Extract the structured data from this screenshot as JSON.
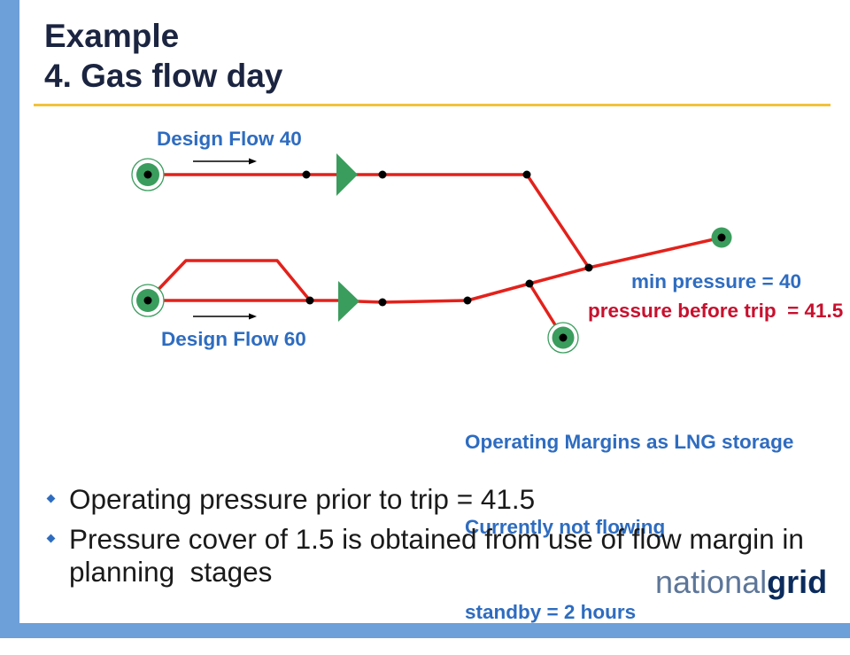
{
  "slide": {
    "title_line1": "Example",
    "title_line2": "4. Gas flow day"
  },
  "diagram": {
    "design_flow_top": "Design Flow 40",
    "design_flow_bottom": "Design Flow 60",
    "min_pressure": "min pressure = 40",
    "pressure_before_trip": "pressure before trip  = 41.5",
    "lng_note": [
      "Operating Margins as LNG storage",
      "Currently not flowing",
      "standby = 2 hours"
    ]
  },
  "bullets": [
    "Operating pressure prior to trip = 41.5",
    "Pressure cover of 1.5 is obtained from use of flow margin in planning  stages"
  ],
  "logo": {
    "part_national": "national",
    "part_grid": "grid"
  },
  "icons": {
    "bullet": "diamond-bullet-icon",
    "valve": "green-triangle",
    "node": "green-circle-with-dot",
    "flow": "right-arrow"
  },
  "colors": {
    "title": "#1b2541",
    "label-blue": "#2e6cc0",
    "label-crimson": "#c8102e",
    "pipe-red": "#e3211b",
    "node-green": "#3a9d5d",
    "rule-gold": "#f2c23c",
    "frame-blue": "#6d9fd8",
    "body-text": "#1a1a1a",
    "logo-national": "#5d7699",
    "logo-grid": "#0b2b5c"
  }
}
